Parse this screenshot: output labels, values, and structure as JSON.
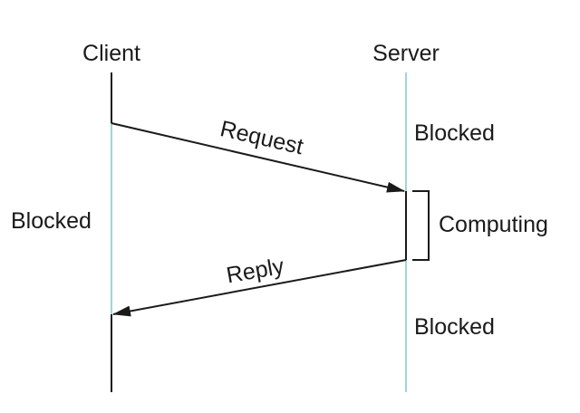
{
  "participants": {
    "client": "Client",
    "server": "Server"
  },
  "messages": {
    "request": "Request",
    "reply": "Reply"
  },
  "states": {
    "client_blocked": "Blocked",
    "server_blocked_top": "Blocked",
    "server_computing": "Computing",
    "server_blocked_bottom": "Blocked"
  },
  "colors": {
    "lifeline_idle": "#9fd4dc",
    "lifeline_active": "#1a1a1a",
    "text": "#1a1a1a"
  }
}
